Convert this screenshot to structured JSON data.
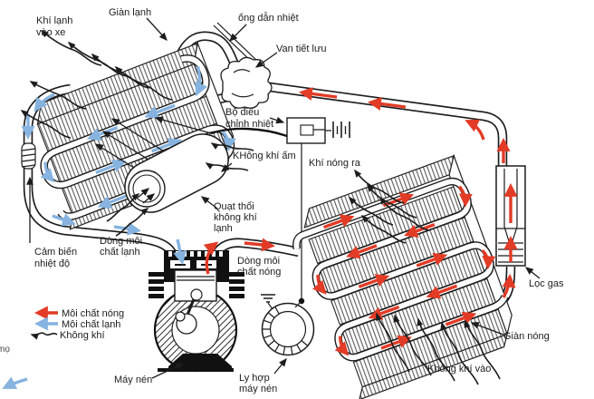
{
  "diagram": "automotive-air-conditioning-system",
  "colors": {
    "hot_refrigerant": "#e23b26",
    "cold_refrigerant": "#86b3e0",
    "ink": "#1c1c1c",
    "background": "#ffffff"
  },
  "labels": {
    "cold_air_to_car": [
      "Khí lạnh",
      "vào xe"
    ],
    "evaporator": "Giàn lạnh",
    "heat_pipe": "ống dẫn nhiệt",
    "expansion_valve": "Van tiết lưu",
    "thermostat": [
      "Bộ điều",
      "chỉnh nhiệt"
    ],
    "warm_air": "KHông khí ấm",
    "hot_air_out": "Khí nóng ra",
    "blower": [
      "Quạt thổi",
      "không khí",
      "lạnh"
    ],
    "temp_sensor": [
      "Cảm biến",
      "nhiệt độ"
    ],
    "cold_flow": [
      "Dòng môi",
      "chất lạnh"
    ],
    "hot_flow": [
      "Dòng môi",
      "chất nóng"
    ],
    "compressor": "Máy nén",
    "clutch": [
      "Ly hợp",
      "máy nén"
    ],
    "gas_filter": "Lọc gas",
    "condenser": "Giàn nóng",
    "air_in": "Không khí vào",
    "edge_fragment": "mọ"
  },
  "legend": {
    "hot": "Môi chất nóng",
    "cold": "Môi chất lạnh",
    "air": "Không khí"
  }
}
